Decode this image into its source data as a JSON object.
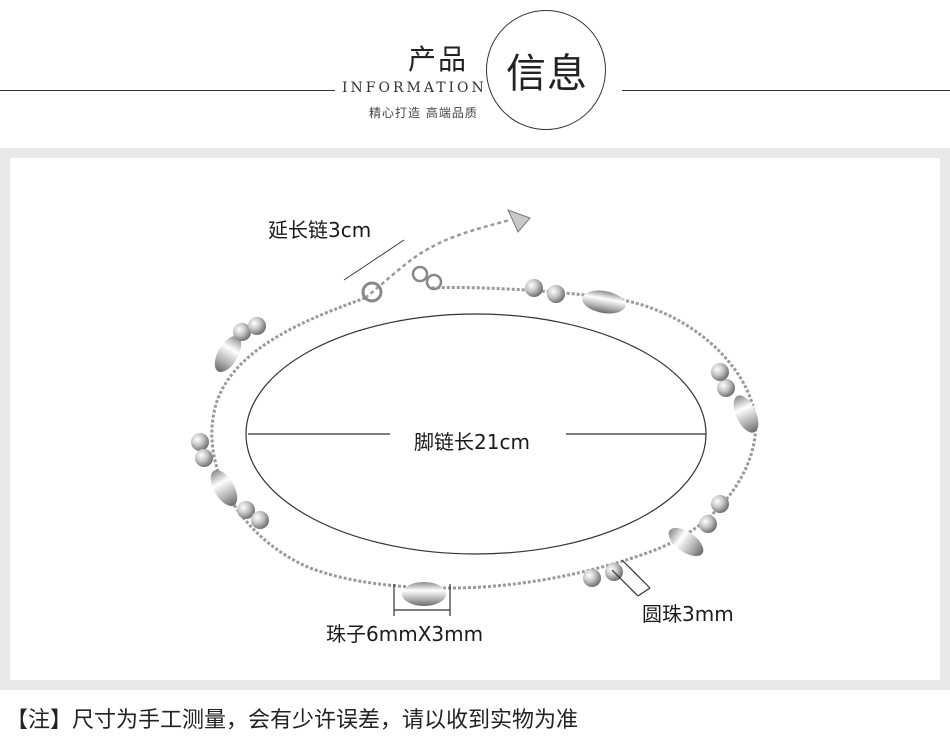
{
  "header": {
    "title_cn": "产品",
    "circle_text": "信息",
    "subtitle_en": "INFORMATION",
    "tagline": "精心打造 高端品质"
  },
  "product": {
    "extension_label": "延长链3cm",
    "length_label": "脚链长21cm",
    "bead_label": "珠子6mmX3mm",
    "round_bead_label": "圆珠3mm"
  },
  "note": {
    "text": "【注】尺寸为手工测量，会有少许误差，请以收到实物为准"
  }
}
